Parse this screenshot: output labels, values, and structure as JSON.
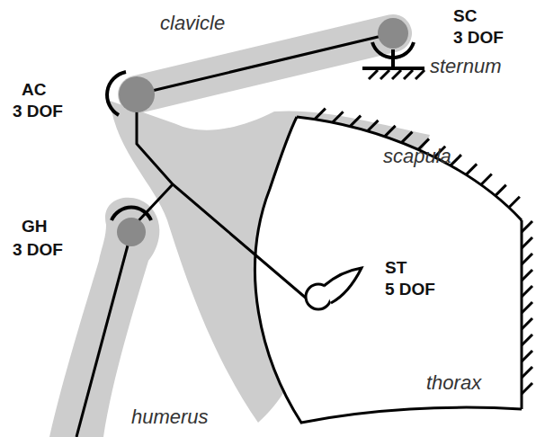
{
  "diagram": {
    "labels": [
      "clavicle",
      "SC",
      "3 DOF",
      "sternum",
      "AC",
      "3 DOF",
      "scapula",
      "GH",
      "3 DOF",
      "ST",
      "5 DOF",
      "thorax",
      "humerus"
    ]
  }
}
